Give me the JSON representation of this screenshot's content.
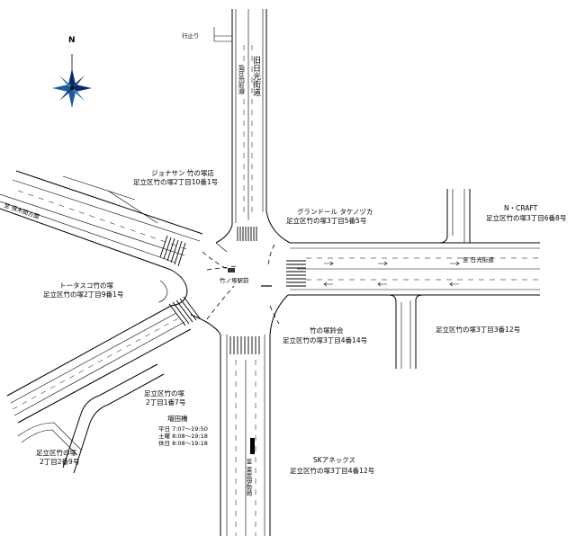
{
  "compass": {
    "north_letter": "N",
    "icon": "compass-rose-icon",
    "color": "#0a2a6a"
  },
  "labels": {
    "dead_end": "行止り",
    "old_nikko_road": "旧日光街道",
    "to_nikko_road": "至日光街道",
    "jonathan_name": "ジョナサン 竹の塚店",
    "jonathan_addr": "足立区竹の塚2丁目10番1号",
    "grandor_name": "グランドール タケノヅカ",
    "grandor_addr": "足立区竹の塚3丁目5番5号",
    "ncraft_name": "N・CRAFT",
    "ncraft_addr": "足立区竹の塚3丁目6番8号",
    "to_nikko_east": "至 日光街道",
    "to_hokan": "至 保木間方面",
    "tosuko_name": "トータスコ竹の塚",
    "tosuko_addr": "足立区竹の塚2丁目9番1号",
    "intersection": "竹ノ塚駅前",
    "kusaka_name": "竹の塚鈴会",
    "kusaka_addr": "足立区竹の塚3丁目4番14号",
    "block_3_3": "足立区竹の塚3丁目3番12号",
    "block_2_1_name": "足立区竹の塚",
    "block_2_1_addr": "2丁目1番7号",
    "school_name": "増田橋",
    "school_time1": "平日 7:07～19:50",
    "school_time2": "土曜 8:08～19:18",
    "school_time3": "休日 8:08～19:18",
    "block_2_2_name": "足立区竹の塚",
    "block_2_2_addr": "2丁目2番9号",
    "sk_name": "SKアネックス",
    "sk_addr": "足立区竹の塚3丁目4番12号",
    "to_higashi": "至 東武伊勢崎"
  }
}
